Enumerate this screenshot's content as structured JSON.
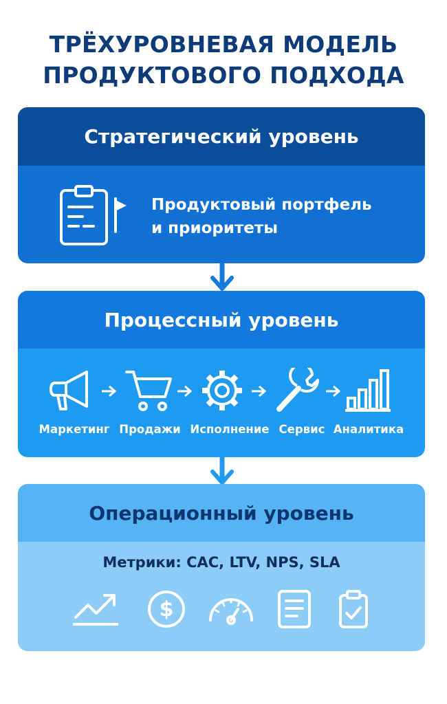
{
  "title": {
    "line1": "ТРЁХУРОВНЕВАЯ МОДЕЛЬ",
    "line2": "ПРОДУКТОВОГО ПОДХОДА"
  },
  "strategic": {
    "header": "Стратегический уровень",
    "text_line1": "Продуктовый портфель",
    "text_line2": "и приоритеты",
    "icon": "clipboard-flag-icon"
  },
  "process": {
    "header": "Процессный уровень",
    "steps": [
      {
        "label": "Маркетинг",
        "icon": "megaphone-icon"
      },
      {
        "label": "Продажи",
        "icon": "cart-icon"
      },
      {
        "label": "Исполнение",
        "icon": "gear-icon"
      },
      {
        "label": "Сервис",
        "icon": "wrench-icon"
      },
      {
        "label": "Аналитика",
        "icon": "bar-chart-icon"
      }
    ]
  },
  "operational": {
    "header": "Операционный уровень",
    "metrics": "Метрики: CAC, LTV, NPS, SLA",
    "icons": [
      "trend-up-icon",
      "dollar-icon",
      "gauge-icon",
      "document-icon",
      "clipboard-check-icon"
    ]
  },
  "colors": {
    "title": "#0d3b7a",
    "strategic_header": "#0c4d99",
    "strategic_body": "#1070d4",
    "process_header": "#1479dd",
    "process_body": "#1e9af0",
    "operational_header": "#56b4f5",
    "operational_body": "#8cccf7",
    "connector": "#1479dd"
  }
}
